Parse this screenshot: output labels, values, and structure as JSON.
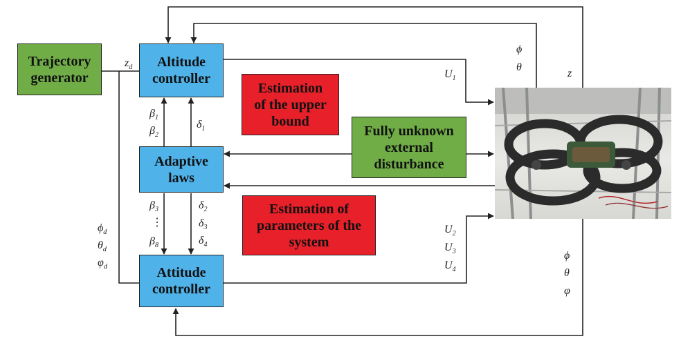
{
  "blocks": {
    "trajectory": "Trajectory\ngenerator",
    "altitude": "Altitude\ncontroller",
    "adaptive": "Adaptive\nlaws",
    "attitude": "Attitude\ncontroller",
    "est_upper": "Estimation\nof the upper\nbound",
    "disturbance": "Fully unknown\nexternal\ndisturbance",
    "est_params": "Estimation of\nparameters of the\nsystem"
  },
  "colors": {
    "controller": "#4fb3ea",
    "generator": "#70ad47",
    "estimation": "#e8202a"
  },
  "signals": {
    "zd": {
      "base": "z",
      "sub": "d"
    },
    "beta1": {
      "base": "β",
      "sub": "1"
    },
    "beta2": {
      "base": "β",
      "sub": "2"
    },
    "delta1": {
      "base": "δ",
      "sub": "1"
    },
    "beta3": {
      "base": "β",
      "sub": "3"
    },
    "vdots": "⋮",
    "beta8": {
      "base": "β",
      "sub": "8"
    },
    "delta2": {
      "base": "δ",
      "sub": "2"
    },
    "delta3": {
      "base": "δ",
      "sub": "3"
    },
    "delta4": {
      "base": "δ",
      "sub": "4"
    },
    "phid": {
      "base": "ϕ",
      "sub": "d"
    },
    "thetad": {
      "base": "θ",
      "sub": "d"
    },
    "varphid": {
      "base": "φ",
      "sub": "d"
    },
    "u1": {
      "base": "U",
      "sub": "1"
    },
    "u2": {
      "base": "U",
      "sub": "2"
    },
    "u3": {
      "base": "U",
      "sub": "3"
    },
    "u4": {
      "base": "U",
      "sub": "4"
    },
    "fb_phi_top": "ϕ",
    "fb_theta_top": "θ",
    "fb_z": "z",
    "fb_phi_bot": "ϕ",
    "fb_theta_bot": "θ",
    "fb_varphi_bot": "φ"
  }
}
